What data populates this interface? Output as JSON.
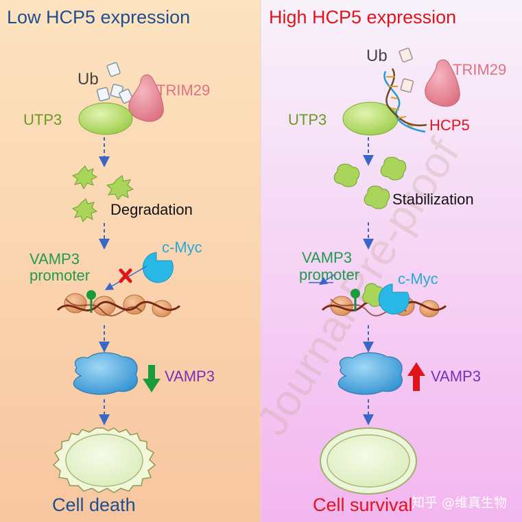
{
  "left": {
    "title": "Low HCP5 expression",
    "ub": "Ub",
    "trim29": "TRIM29",
    "utp3": "UTP3",
    "degradation": "Degradation",
    "vamp3_promoter_line1": "VAMP3",
    "vamp3_promoter_line2": "promoter",
    "cmyc": "c-Myc",
    "vamp3": "VAMP3",
    "outcome": "Cell death"
  },
  "right": {
    "title": "High HCP5 expression",
    "ub": "Ub",
    "trim29": "TRIM29",
    "utp3": "UTP3",
    "hcp5": "HCP5",
    "stabilization": "Stabilization",
    "vamp3_promoter_line1": "VAMP3",
    "vamp3_promoter_line2": "promoter",
    "cmyc": "c-Myc",
    "vamp3": "VAMP3",
    "outcome": "Cell survival"
  },
  "watermark": "Journal Pre-proof",
  "credit": "知乎 @维真生物",
  "colors": {
    "left_panel_top": "#fde2bd",
    "left_panel_bottom": "#f6c8a0",
    "right_panel_top": "#f7eef8",
    "right_panel_bottom": "#f3b8ee",
    "title_left": "#1f4e8c",
    "title_right": "#e0141b",
    "utp3": "#b8dc6b",
    "trim29": "#e98c99",
    "cmyc": "#29b8e6",
    "vamp3_protein": "#4aa5dd",
    "vamp3_label": "#7a2fb8",
    "promoter_label": "#1f9a50",
    "arrow_down": "#1a9a3a",
    "arrow_up": "#e0141b"
  }
}
